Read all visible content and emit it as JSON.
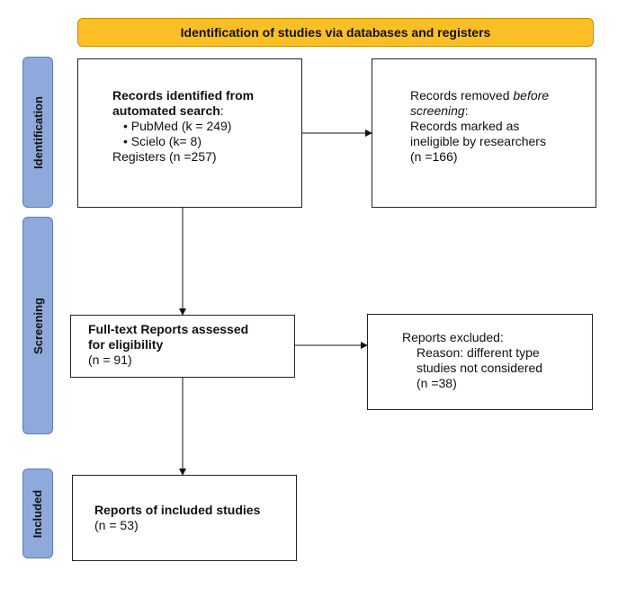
{
  "header": {
    "title": "Identification of studies via databases and registers"
  },
  "phases": {
    "identification": "Identification",
    "screening": "Screening",
    "included": "Included"
  },
  "records_identified": {
    "heading_line1": "Records identified from",
    "heading_line2": "automated search",
    "heading_suffix": ":",
    "bullet_1": "• PubMed (k = 249)",
    "bullet_2": "• Scielo (k= 8)",
    "registers": "Registers (n =257)"
  },
  "records_removed": {
    "line1_prefix": "Records removed ",
    "line1_italic": "before",
    "line2_italic": "screening",
    "line2_suffix": ":",
    "line3": "Records marked as",
    "line4": "ineligible by researchers",
    "count": "(n =166)"
  },
  "fulltext_assessed": {
    "line1": "Full-text Reports assessed",
    "line2": "for eligibility",
    "count": "(n = 91)"
  },
  "reports_excluded": {
    "line1": "Reports excluded:",
    "line2": "Reason: different type",
    "line3": "studies not considered",
    "count": "(n =38)"
  },
  "included_studies": {
    "line1": "Reports of included studies",
    "count": "(n = 53)"
  }
}
